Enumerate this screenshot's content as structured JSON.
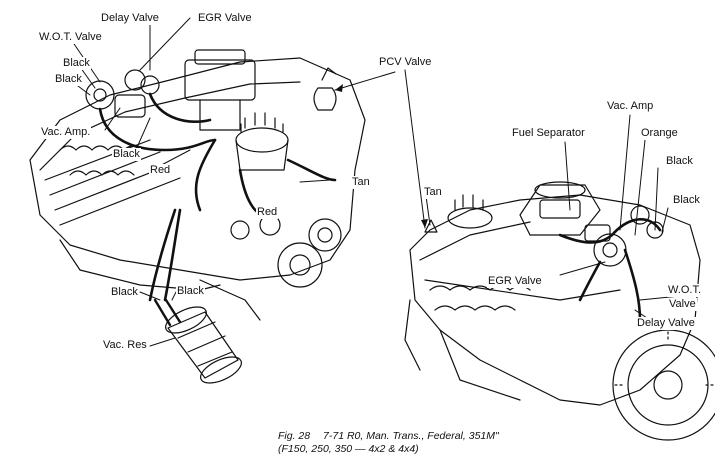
{
  "labels": {
    "wot_valve_left": "W.O.T. Valve",
    "delay_valve_left": "Delay Valve",
    "egr_valve_left": "EGR Valve",
    "black_1": "Black",
    "black_2": "Black",
    "vac_amp_left": "Vac. Amp.",
    "black_3": "Black",
    "red_1": "Red",
    "red_2": "Red",
    "tan_left": "Tan",
    "black_4": "Black",
    "black_5": "Black",
    "vac_res": "Vac. Res",
    "pcv_valve": "PCV Valve",
    "vac_amp_right": "Vac. Amp",
    "fuel_separator": "Fuel Separator",
    "orange": "Orange",
    "black_6": "Black",
    "black_7": "Black",
    "tan_right": "Tan",
    "egr_valve_right": "EGR Valve",
    "wot_valve_right_1": "W.O.T.",
    "wot_valve_right_2": "Valve",
    "delay_valve_right": "Delay Valve"
  },
  "caption": {
    "fig": "Fig. 28",
    "line1": "7-71 R0, Man. Trans., Federal, 351M\"",
    "line2": "(F150, 250, 350 — 4x2 & 4x4)"
  }
}
